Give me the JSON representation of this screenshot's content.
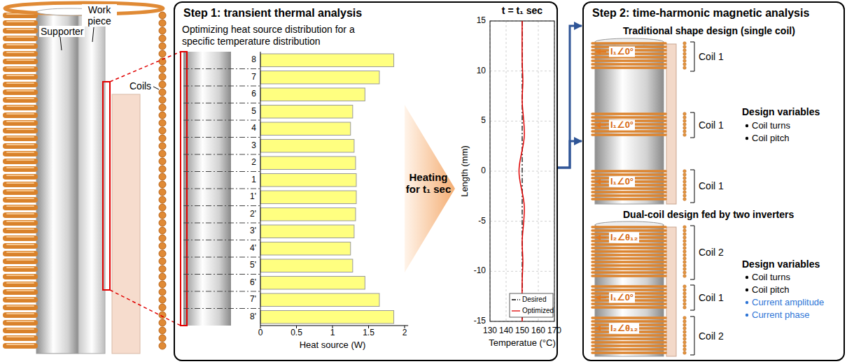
{
  "diagram": {
    "nodes": [
      {
        "text": [
          "Step 1: transient thermal analysis",
          "Optimizing heat source distribution for a specific temperature distribution"
        ]
      },
      {
        "text": [
          "Step 2: time-harmonic magnetic analysis"
        ]
      }
    ],
    "edges": [
      {
        "from": 0,
        "to": 1,
        "arrow": "to"
      },
      {
        "from": 0,
        "to": 1,
        "arrow": "to"
      }
    ],
    "labels": [
      "Supporter",
      "Work piece",
      "Coils",
      "8",
      "7",
      "6",
      "5",
      "4",
      "3",
      "2",
      "1",
      "1'",
      "2'",
      "3'",
      "4'",
      "5'",
      "6'",
      "7'",
      "8'",
      "0",
      "0.5",
      "1",
      "1.5",
      "2",
      "Heat source (W)",
      "Heating for t₁ sec",
      "t = t₁ sec",
      "15",
      "10",
      "5",
      "0",
      "-5",
      "-10",
      "-15",
      "Length (mm)",
      "130",
      "140",
      "150",
      "160",
      "170",
      "Temperatue (°C)",
      "Traditional shape design (single coil)",
      "I₁∠0°",
      "Coil 1",
      "I₁∠0°",
      "Coil 1",
      "I₁∠0°",
      "Coil 1",
      "Design variables",
      "Coil turns",
      "Coil pitch",
      "Dual-coil design fed by two inverters",
      "I₂∠θ₁₂",
      "Coil 2",
      "I₁∠0°",
      "Coil 1",
      "I₂∠θ₁₂",
      "Coil 2",
      "Design variables",
      "Coil turns",
      "Coil pitch",
      "Current amplitude",
      "Current phase"
    ],
    "legend": [
      {
        "text": "Desired"
      },
      {
        "text": "Optimized"
      }
    ]
  }
}
